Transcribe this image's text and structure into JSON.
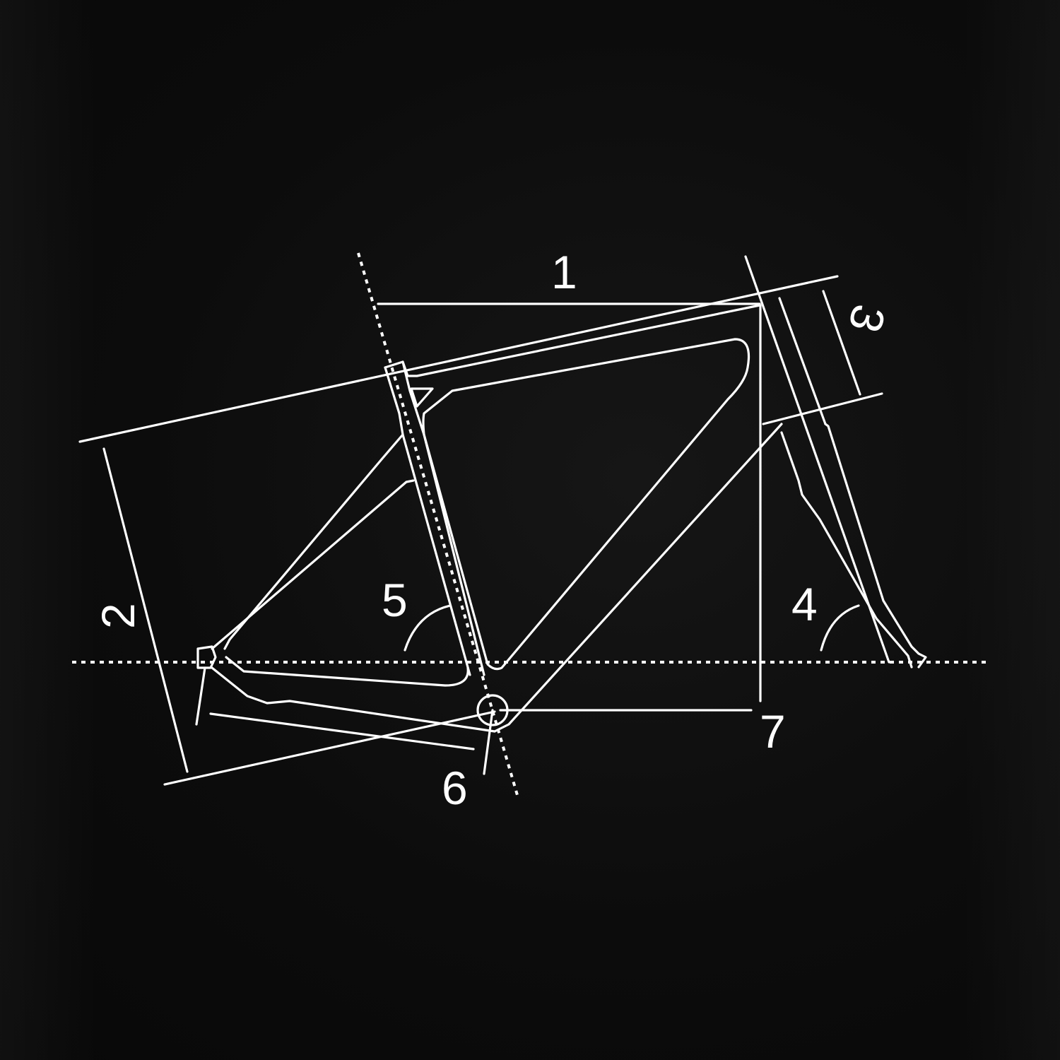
{
  "colors": {
    "background": "#0b0b0b",
    "line": "#ffffff"
  },
  "labels": {
    "reach": "1",
    "stack": "2",
    "head_tube_length": "3",
    "head_tube_angle": "4",
    "seat_tube_angle": "5",
    "bb_drop": "6",
    "front_center": "7"
  }
}
